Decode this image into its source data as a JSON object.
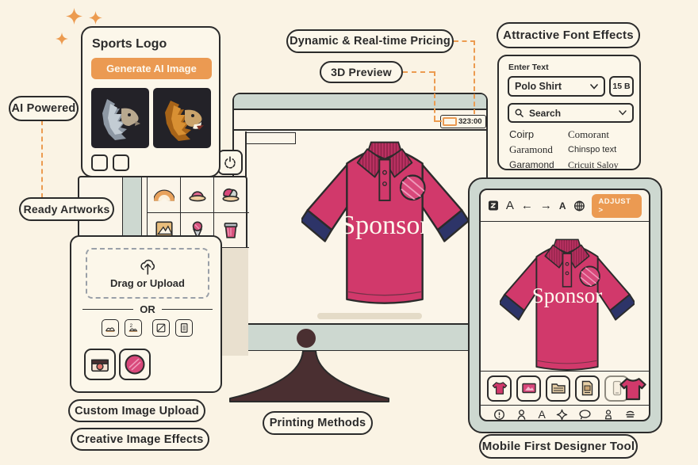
{
  "colors": {
    "background": "#faf3e4",
    "accent_orange": "#eb9a52",
    "shirt_pink": "#d1396b",
    "navy": "#2d3468",
    "bezel_green": "#cdd8d0",
    "stand_brown": "#4a2f31",
    "ink": "#2b2b2b"
  },
  "callouts": {
    "ai_powered": "AI Powered",
    "ready_artworks": "Ready Artworks",
    "dynamic_pricing": "Dynamic & Real-time Pricing",
    "preview_3d": "3D Preview",
    "attractive_font_effects": "Attractive Font Effects",
    "custom_image_upload": "Custom Image Upload",
    "creative_image_effects": "Creative Image Effects",
    "printing_methods": "Printing Methods",
    "mobile_first": "Mobile First Designer Tool"
  },
  "sports_logo_card": {
    "title": "Sports Logo",
    "generate_button": "Generate AI Image"
  },
  "monitor": {
    "price_tag": "323:00",
    "shirt_text": "Sponsor"
  },
  "font_panel": {
    "enter_text_label": "Enter Text",
    "font_select_value": "Polo Shirt",
    "size_value": "15 B",
    "search_placeholder": "Search",
    "font_list": [
      "Coirp",
      "Comorant",
      "Garamond",
      "Chinspo text",
      "Garamond",
      "Cricuit Saloy"
    ]
  },
  "upload_card": {
    "drag_label": "Drag or Upload",
    "or_label": "OR"
  },
  "tablet": {
    "toolbar": {
      "letter_a": "A",
      "arrow_left": "←",
      "arrow_right": "→",
      "bold_a": "A",
      "adjust_button": "ADJUST >"
    },
    "nav_letter_a": "A",
    "shirt_text": "Sponsor"
  }
}
